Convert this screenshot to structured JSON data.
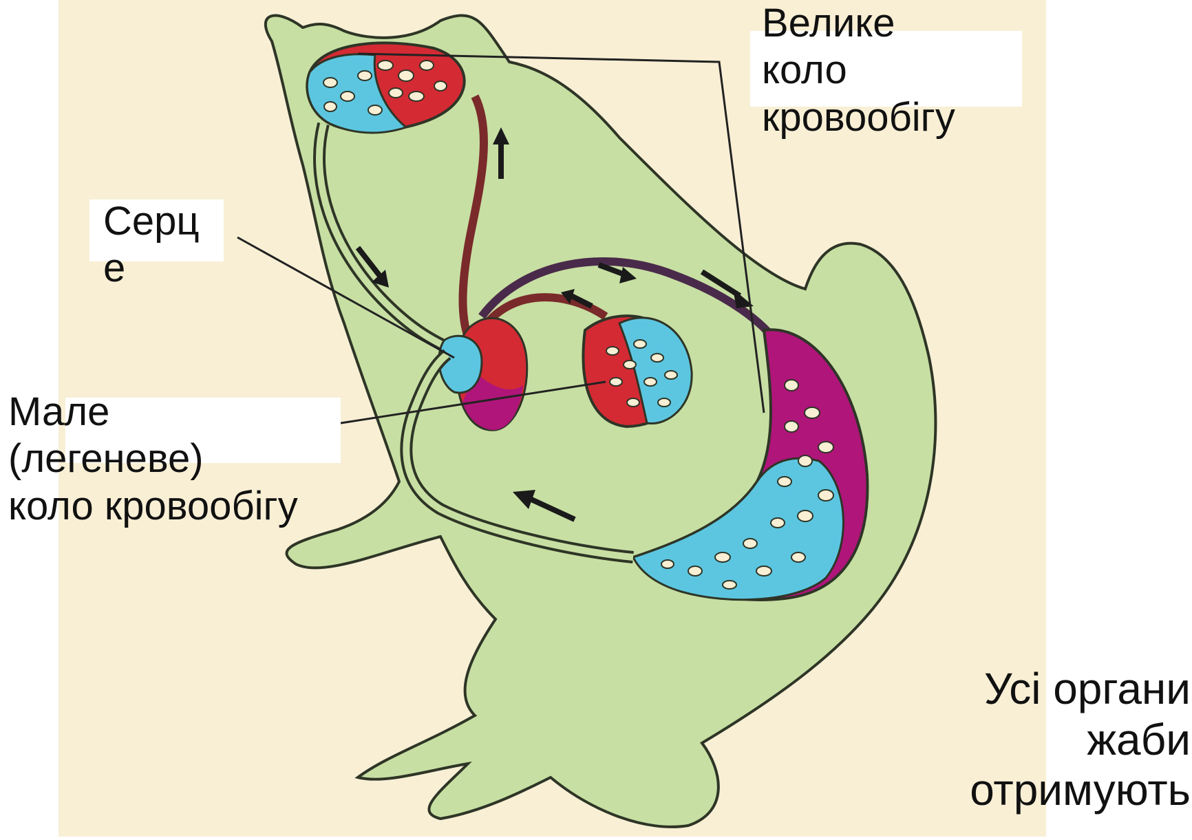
{
  "colors": {
    "background": "#f8efd5",
    "frog_body": "#c7dfa3",
    "outline": "#2e3526",
    "oxygenated": "#d42a34",
    "deoxygenated": "#5cc6e1",
    "mixed": "#b0157a",
    "arrow": "#1a1a1a"
  },
  "labels": {
    "great_circle": "Велике\nколо\nкровообігу",
    "heart": "Серц\nе",
    "small_circle": "Мале\n(легеневе)\nколо кровообігу",
    "caption": "Усі органи\nжаби\nотримують"
  },
  "icons": [
    "flow-arrow-icon"
  ]
}
